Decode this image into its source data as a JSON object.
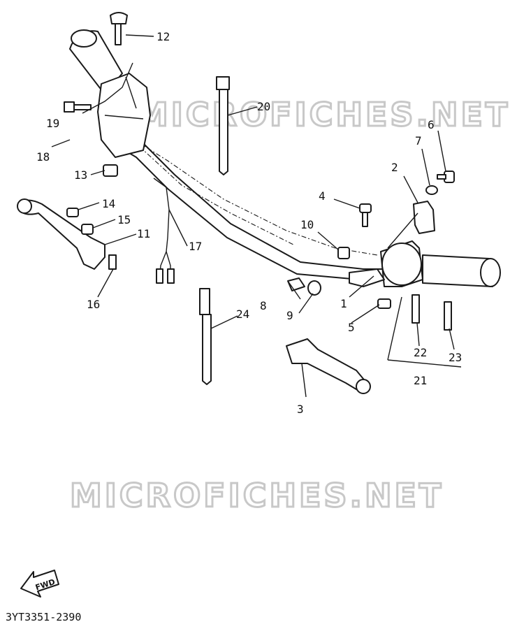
{
  "watermark": "MICROFICHES.NET",
  "fwd_label": "FWD",
  "diagram_code": "3YT3351-2390",
  "labels": {
    "p1": "1",
    "p2": "2",
    "p3": "3",
    "p4": "4",
    "p5": "5",
    "p6": "6",
    "p7": "7",
    "p8": "8",
    "p9": "9",
    "p10": "10",
    "p11": "11",
    "p12": "12",
    "p13": "13",
    "p14": "14",
    "p15": "15",
    "p16": "16",
    "p17": "17",
    "p18": "18",
    "p19": "19",
    "p20": "20",
    "p21": "21",
    "p22": "22",
    "p23": "23",
    "p24": "24"
  }
}
